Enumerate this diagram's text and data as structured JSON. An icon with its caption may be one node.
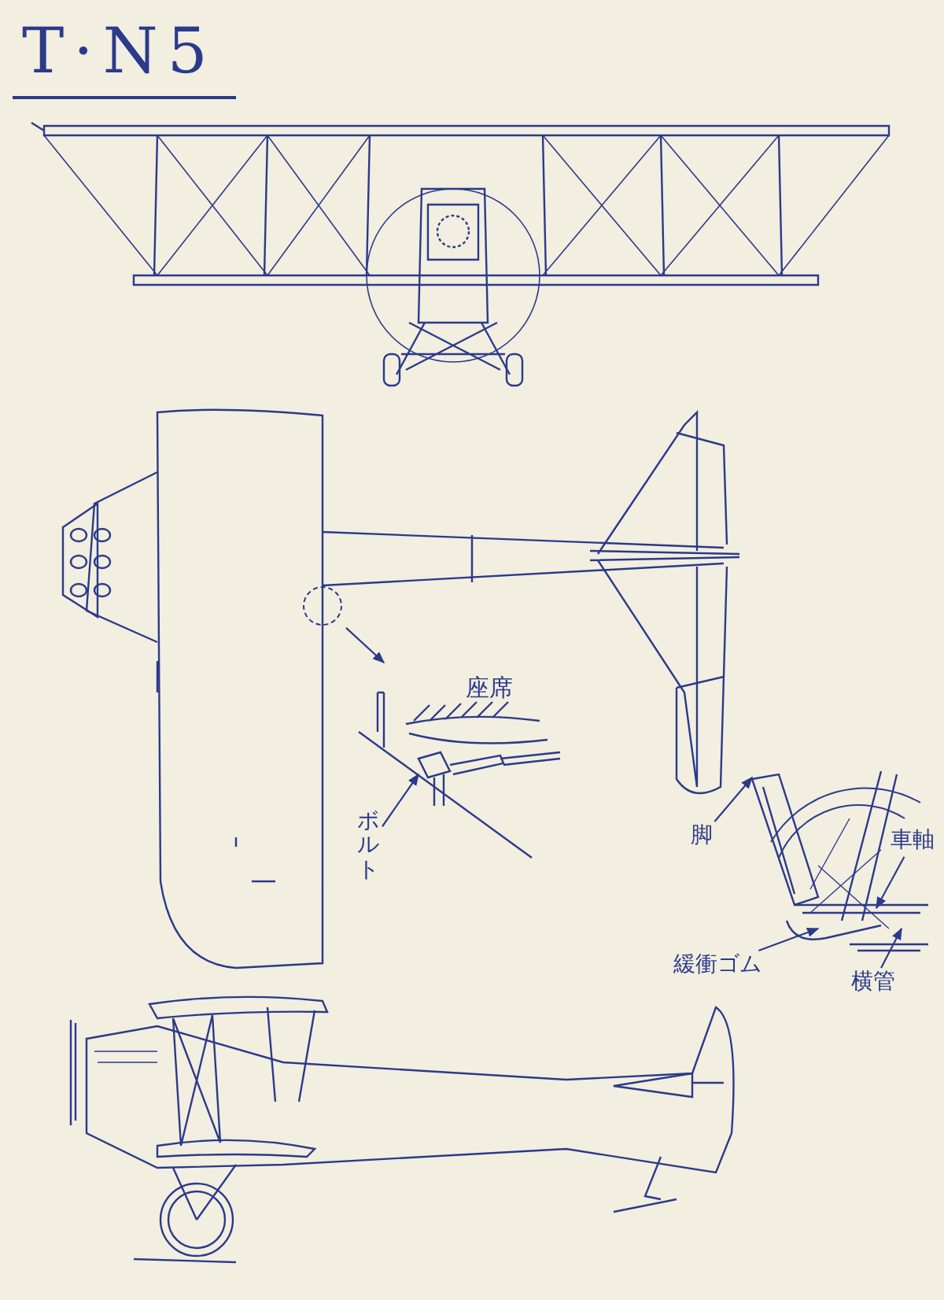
{
  "diagram": {
    "title": "T·N5",
    "nodes": [
      {
        "text": [
          "ボルト"
        ]
      },
      {
        "text": [
          "脚"
        ]
      },
      {
        "text": [
          "車軸"
        ]
      },
      {
        "text": [
          "緩衝ゴム"
        ]
      },
      {
        "text": [
          "横管"
        ]
      },
      {
        "text": [],
        "shape": "circle"
      },
      {
        "text": [],
        "shape": "picture"
      },
      {
        "text": [],
        "shape": "picture"
      }
    ],
    "edges": [
      {
        "from": 0,
        "to": 6,
        "arrow": "to"
      },
      {
        "from": 1,
        "to": 7,
        "arrow": "to"
      },
      {
        "from": 2,
        "to": 7,
        "arrow": "to"
      },
      {
        "from": 3,
        "to": 7,
        "arrow": "to"
      },
      {
        "from": 4,
        "to": 7,
        "arrow": "to"
      },
      {
        "from": 5,
        "to": 6,
        "arrow": "to"
      }
    ],
    "labels": [
      "座席"
    ]
  }
}
